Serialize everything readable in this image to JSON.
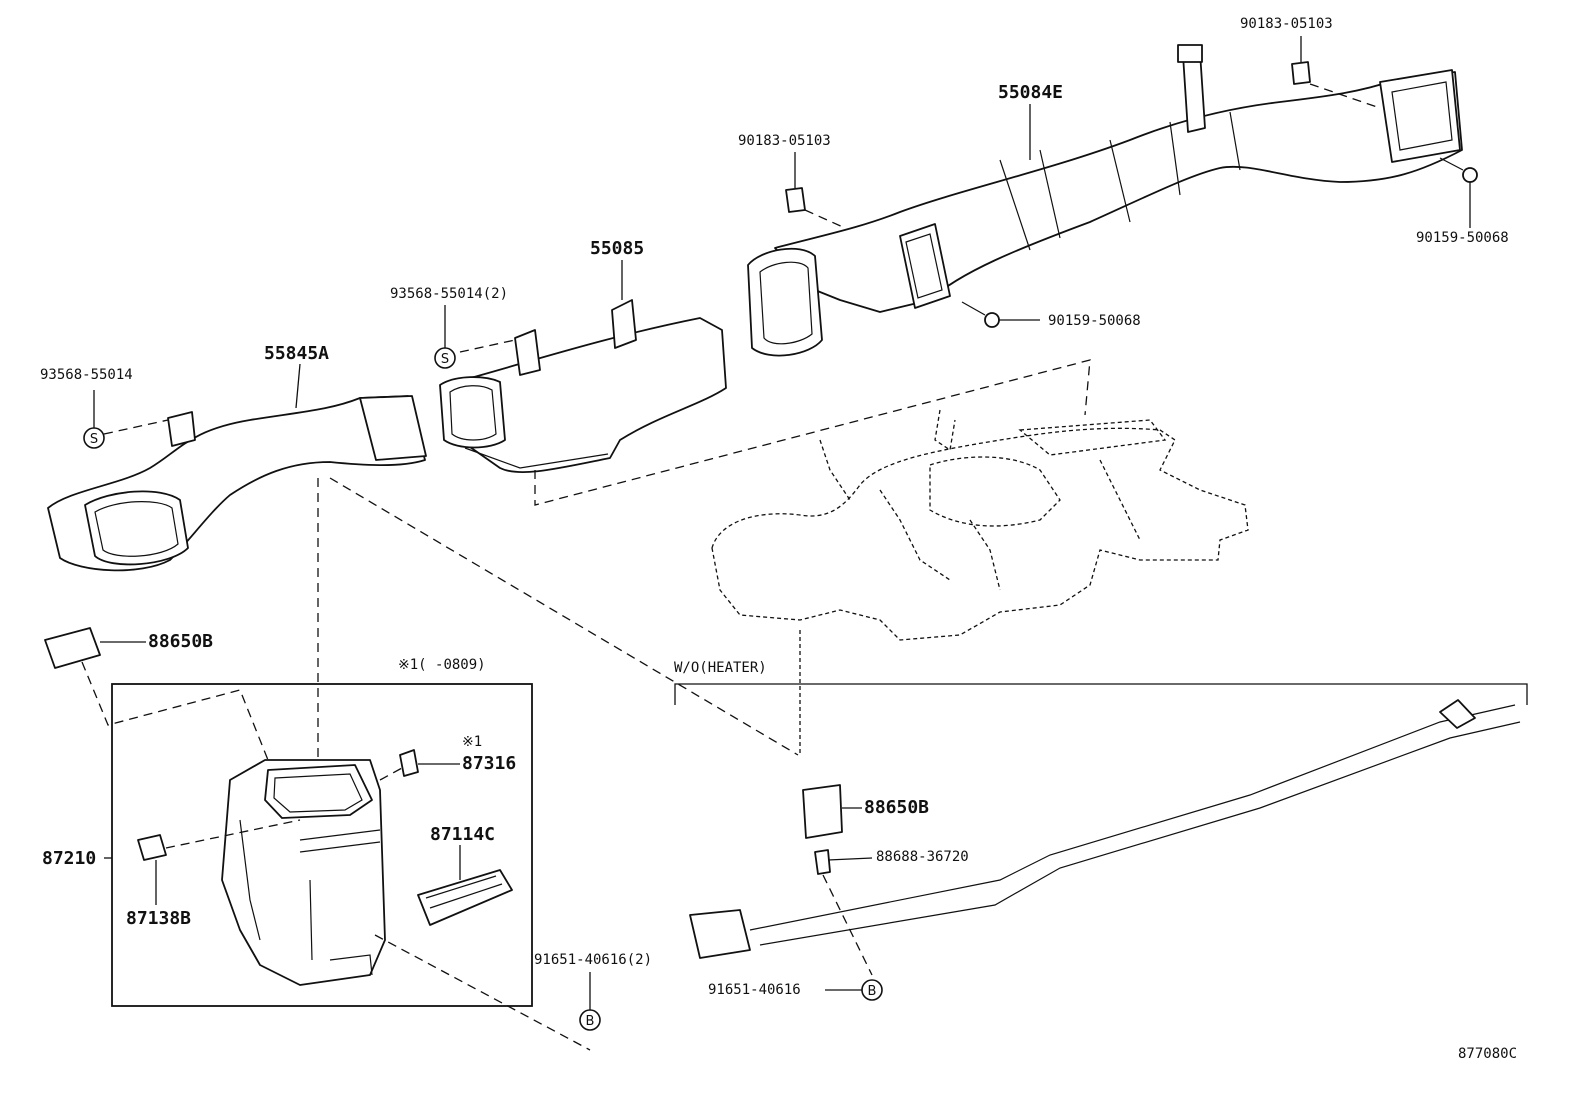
{
  "labels": {
    "p55084E": "55084E",
    "p90183_top": "90183-05103",
    "p90183_mid": "90183-05103",
    "p90159_right": "90159-50068",
    "p90159_mid": "90159-50068",
    "p55085": "55085",
    "p93568_2": "93568-55014(2)",
    "p93568": "93568-55014",
    "p55845A": "55845A",
    "p88650B_left": "88650B",
    "note_range": "※1(   -0809)",
    "note_star": "※1",
    "p87316": "87316",
    "p87114C": "87114C",
    "p87210": "87210",
    "p87138B": "87138B",
    "p91651_2": "91651-40616(2)",
    "wo_heater": "W/O(HEATER)",
    "p88650B_right": "88650B",
    "p88688": "88688-36720",
    "p91651": "91651-40616",
    "diagram_code": "877080C"
  },
  "markers": {
    "s": "S",
    "b": "B"
  }
}
